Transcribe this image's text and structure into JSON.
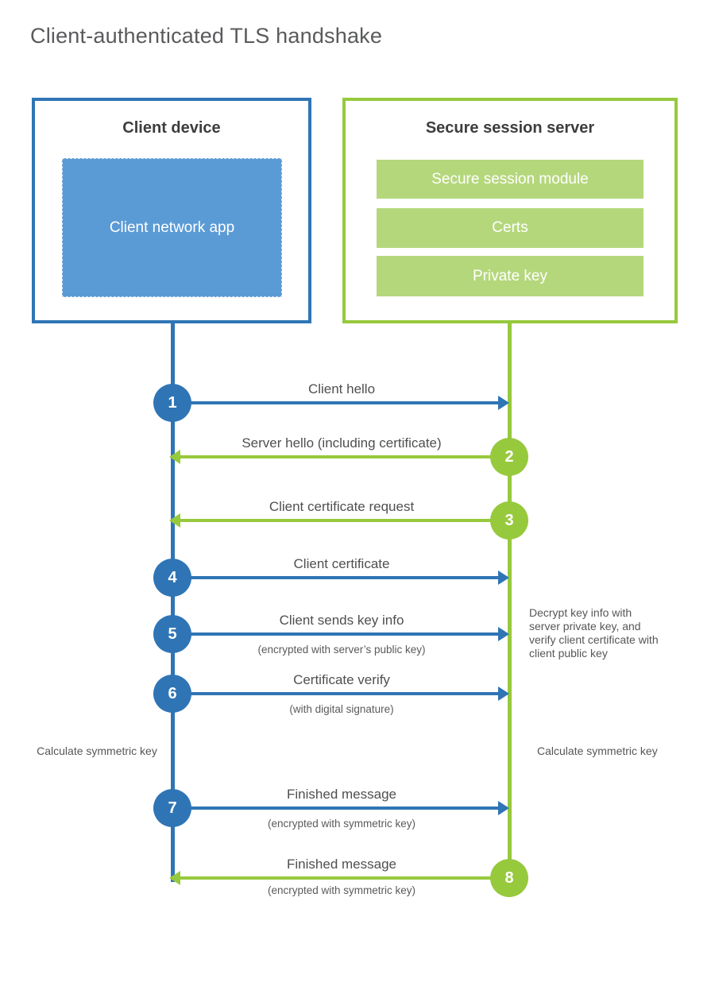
{
  "title": "Client-authenticated TLS handshake",
  "colors": {
    "blue_accent": "#2f75b5",
    "blue_light": "#5b9bd5",
    "green_accent": "#97c93d",
    "green_light": "#b5d77c",
    "text_dark": "#3d3d3d",
    "text_gray": "#595a5c",
    "white": "#ffffff"
  },
  "client": {
    "heading": "Client device",
    "app_label": "Client network app"
  },
  "server": {
    "heading": "Secure session server",
    "modules": [
      "Secure session module",
      "Certs",
      "Private key"
    ]
  },
  "steps": [
    {
      "num": "1",
      "from": "client",
      "to": "server",
      "label": "Client hello",
      "sub": ""
    },
    {
      "num": "2",
      "from": "server",
      "to": "client",
      "label": "Server hello (including certificate)",
      "sub": ""
    },
    {
      "num": "3",
      "from": "server",
      "to": "client",
      "label": "Client certificate request",
      "sub": ""
    },
    {
      "num": "4",
      "from": "client",
      "to": "server",
      "label": "Client certificate",
      "sub": ""
    },
    {
      "num": "5",
      "from": "client",
      "to": "server",
      "label": "Client sends key info",
      "sub": "(encrypted with server’s public key)"
    },
    {
      "num": "6",
      "from": "client",
      "to": "server",
      "label": "Certificate verify",
      "sub": "(with digital signature)"
    },
    {
      "num": "7",
      "from": "client",
      "to": "server",
      "label": "Finished message",
      "sub": "(encrypted with symmetric key)"
    },
    {
      "num": "8",
      "from": "server",
      "to": "client",
      "label": "Finished message",
      "sub": "(encrypted with symmetric key)"
    }
  ],
  "annotations": {
    "decrypt": "Decrypt key info with server private key, and verify client certificate with client public key",
    "calc_left": "Calculate symmetric key",
    "calc_right": "Calculate symmetric key"
  }
}
